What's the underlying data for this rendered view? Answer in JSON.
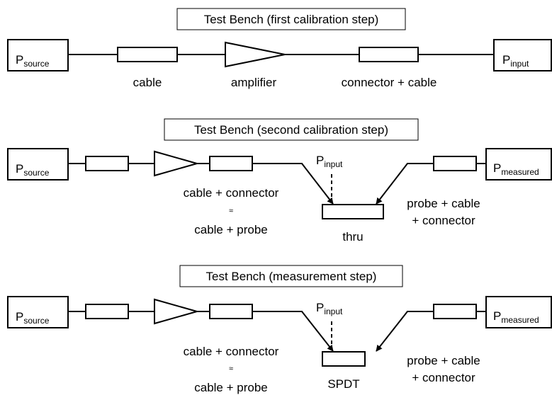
{
  "step1": {
    "title": "Test Bench (first calibration step)",
    "source": {
      "main": "P",
      "sub": "source"
    },
    "input": {
      "main": "P",
      "sub": "input"
    },
    "labels": {
      "cable": "cable",
      "amplifier": "amplifier",
      "connector_cable": "connector + cable"
    }
  },
  "step2": {
    "title": "Test Bench (second calibration step)",
    "source": {
      "main": "P",
      "sub": "source"
    },
    "measured": {
      "main": "P",
      "sub": "measured"
    },
    "input": {
      "main": "P",
      "sub": "input"
    },
    "left_label": {
      "line1": "cable + connector",
      "approx": "≈",
      "line2": "cable + probe"
    },
    "right_label": {
      "line1": "probe + cable",
      "line2": "+ connector"
    },
    "dut_label": "thru"
  },
  "step3": {
    "title": "Test Bench (measurement step)",
    "source": {
      "main": "P",
      "sub": "source"
    },
    "measured": {
      "main": "P",
      "sub": "measured"
    },
    "input": {
      "main": "P",
      "sub": "input"
    },
    "left_label": {
      "line1": "cable + connector",
      "approx": "≈",
      "line2": "cable + probe"
    },
    "right_label": {
      "line1": "probe + cable",
      "line2": "+ connector"
    },
    "dut_label": "SPDT"
  }
}
